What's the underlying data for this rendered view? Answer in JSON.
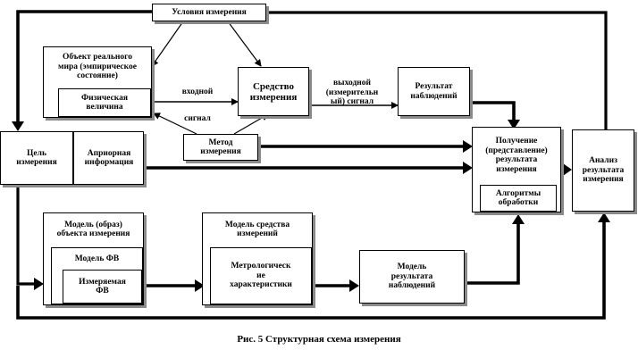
{
  "blocks": {
    "conditions": "Условия измерения",
    "object": "Объект реального\nмира (эмпирическое\nсостояние)",
    "physical_quantity": "Физическая\nвеличина",
    "instrument": "Средство\nизмерения",
    "result": "Результат\nнаблюдений",
    "goal": "Цель\nизмерения",
    "a_priori": "Априорная\nинформация",
    "method": "Метод\nизмерения",
    "obtaining": "Получение\n(представление)\nрезультата\nизмерения",
    "algorithms": "Алгоритмы\nобработки",
    "analysis": "Анализ\nрезультата\nизмерения",
    "object_model": "Модель (образ)\nобъекта измерения",
    "pq_model": "Модель ФВ",
    "measured_pq": "Измеряемая\nФВ",
    "instrument_model": "Модель средства\nизмерений",
    "metrological": "Метрологическ\nие\nхарактеристики",
    "result_model": "Модель\nрезультата\nнаблюдений"
  },
  "labels": {
    "input_signal_1": "входной",
    "input_signal_2": "сигнал",
    "output_signal": "выходной\n(измерительн\nый) сигнал"
  },
  "caption": "Рис. 5 Структурная схема измерения",
  "colors": {
    "line": "#000000",
    "shadow": "#8a8a8a"
  }
}
